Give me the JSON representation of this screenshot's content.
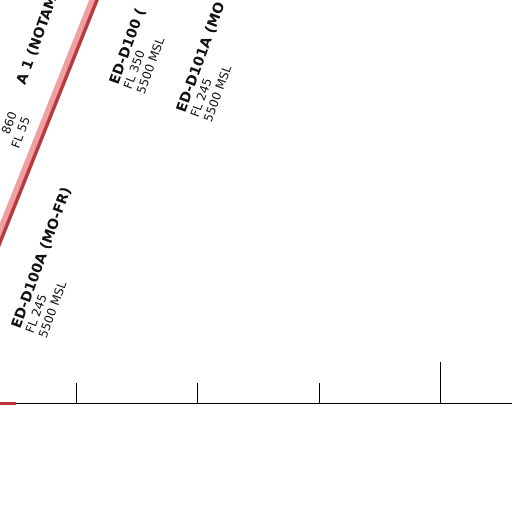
{
  "map": {
    "colors": {
      "boundary_line": "#c0353a",
      "boundary_halo": "#e8a4a4",
      "label_text": "#111111",
      "scale_bar": "#000000"
    },
    "airspaces": [
      {
        "name": "ED-D100A (MO-FR)",
        "upper": "FL 245",
        "lower": "5500 MSL"
      },
      {
        "name": "ED-D100 (",
        "upper": "FL 350",
        "lower": "5500 MSL"
      },
      {
        "name": "ED-D101A (MO",
        "upper": "FL 245",
        "lower": "5500 MSL"
      },
      {
        "name": "A 1 (NOTAM",
        "upper": "860",
        "lower": "FL 55"
      }
    ]
  }
}
